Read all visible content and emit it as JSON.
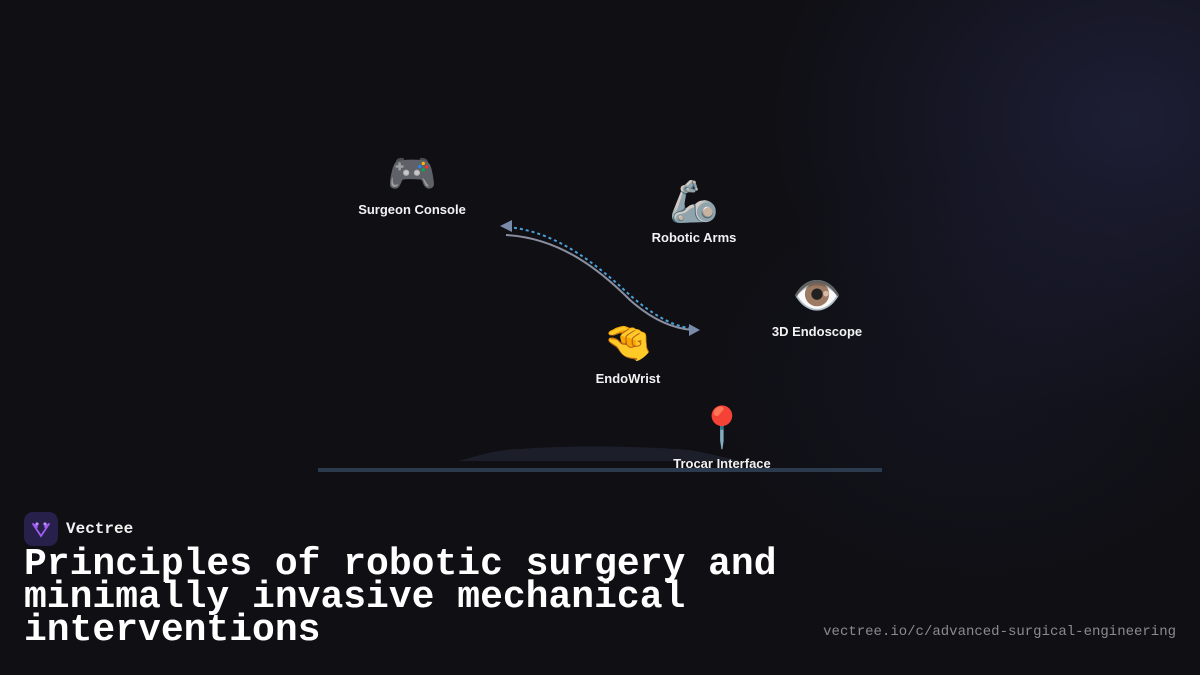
{
  "diagram": {
    "nodes": [
      {
        "id": "surgeon-console",
        "emoji": "🎮",
        "label": "Surgeon Console"
      },
      {
        "id": "robotic-arms",
        "emoji": "🦾",
        "label": "Robotic Arms"
      },
      {
        "id": "endoscope",
        "emoji": "👁️",
        "label": "3D Endoscope"
      },
      {
        "id": "endowrist",
        "emoji": "🤏",
        "label": "EndoWrist"
      },
      {
        "id": "trocar",
        "emoji": "📍",
        "label": "Trocar Interface"
      }
    ],
    "colors": {
      "solid_curve": "#8a8fa0",
      "dashed_curve": "#4a9fd8",
      "arrow": "#7a8aa8",
      "surface": "#2c3a4e",
      "tissue": "#1c1f2a"
    }
  },
  "brand": {
    "name": "Vectree",
    "logo_icon": "vectree-logo-icon",
    "logo_color": "#a15cf2"
  },
  "title": "Principles of robotic surgery and minimally invasive mechanical interventions",
  "url": "vectree.io/c/advanced-surgical-engineering"
}
